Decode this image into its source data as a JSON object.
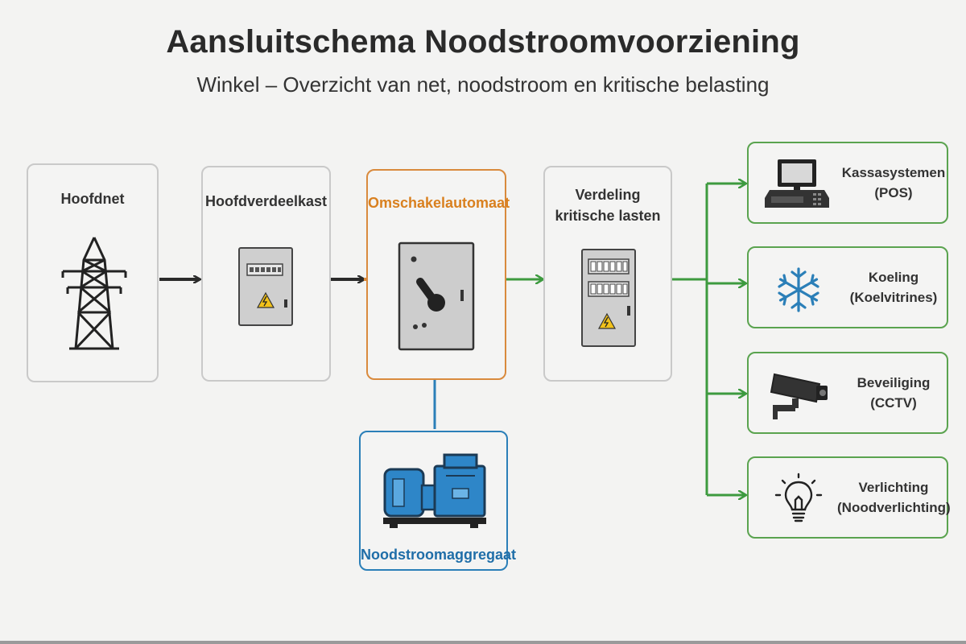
{
  "header": {
    "title": "Aansluitschema Noodstroomvoorziening",
    "subtitle": "Winkel – Overzicht van net, noodstroom en kritische belasting"
  },
  "nodes": {
    "grid": {
      "label": "Hoofdnet",
      "icon": "power-pylon-icon"
    },
    "main_panel": {
      "label": "Hoofdverdeelkast",
      "icon": "electrical-cabinet-icon"
    },
    "ats": {
      "label": "Omschakelautomaat",
      "icon": "transfer-switch-icon"
    },
    "critical_panel": {
      "label_line1": "Verdeling",
      "label_line2": "kritische lasten",
      "icon": "distribution-panel-icon"
    },
    "generator": {
      "label": "Noodstroomaggregaat",
      "icon": "generator-icon"
    }
  },
  "loads": [
    {
      "name": "Kassasystemen",
      "detail": "(POS)",
      "icon": "pos-terminal-icon"
    },
    {
      "name": "Koeling",
      "detail": "(Koelvitrines)",
      "icon": "snowflake-icon"
    },
    {
      "name": "Beveiliging",
      "detail": "(CCTV)",
      "icon": "cctv-camera-icon"
    },
    {
      "name": "Verlichting",
      "detail": "(Noodverlichting)",
      "icon": "light-bulb-icon"
    }
  ],
  "colors": {
    "mains_line": "#2a2a2a",
    "ats_border": "#d98a3d",
    "generator_line": "#2b7fb8",
    "critical_line": "#3d9a3f",
    "warning": "#f2c21b"
  }
}
